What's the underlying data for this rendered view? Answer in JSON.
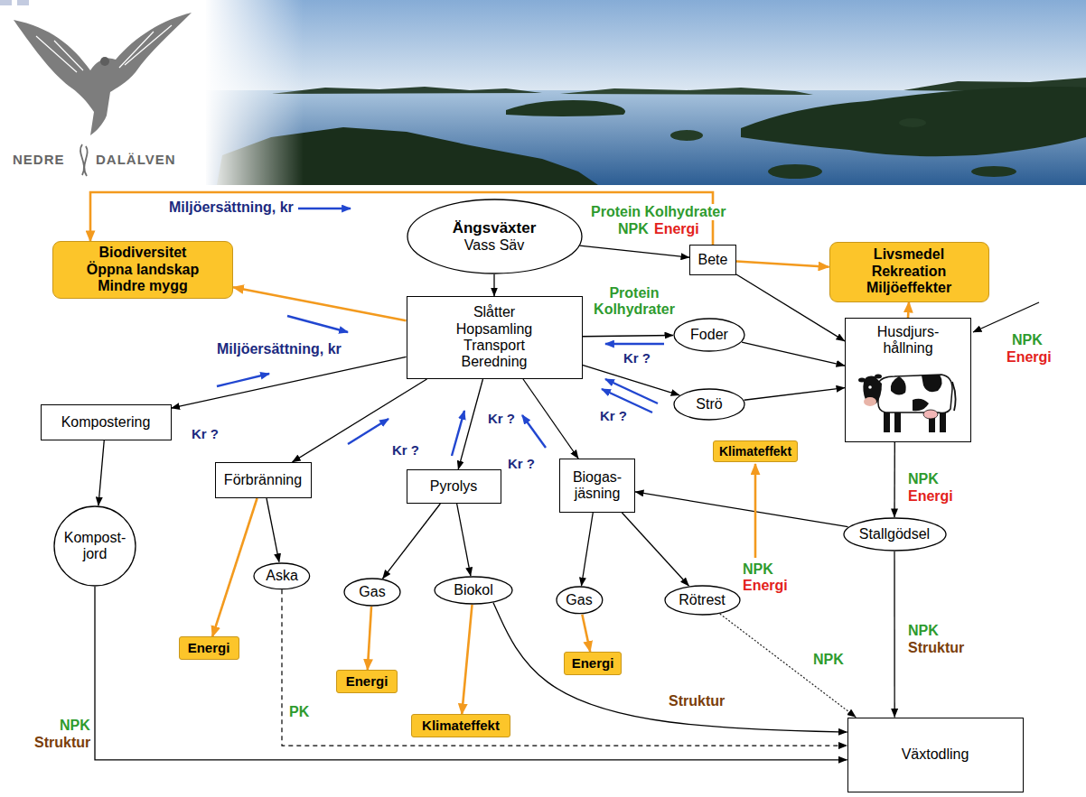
{
  "diagram": {
    "nodes": [
      {
        "text": [
          "Biodiversitet Öppna landskap Mindre mygg"
        ]
      },
      {
        "text": [
          "Ängsväxter",
          "Vass Säv"
        ]
      },
      {
        "text": [
          "Bete"
        ]
      },
      {
        "text": [
          "Livsmedel Rekreation Miljöeffekter"
        ]
      },
      {
        "text": [
          "Slåtter Hopsamling Transport Beredning"
        ]
      },
      {
        "text": [
          "Foder"
        ]
      },
      {
        "text": [
          "Husdjurs- hållning"
        ]
      },
      {
        "text": [
          "Strö"
        ]
      },
      {
        "text": [
          "Kompostering"
        ]
      },
      {
        "text": [
          "Förbränning"
        ]
      },
      {
        "text": [
          "Pyrolys"
        ]
      },
      {
        "text": [
          "Biogas- jäsning"
        ]
      },
      {
        "text": [
          "Klimateffekt"
        ]
      },
      {
        "text": [
          "Stallgödsel"
        ]
      },
      {
        "text": [
          "Kompost- jord"
        ]
      },
      {
        "text": [
          "Aska"
        ]
      },
      {
        "text": [
          "Gas"
        ]
      },
      {
        "text": [
          "Biokol"
        ]
      },
      {
        "text": [
          "Gas"
        ]
      },
      {
        "text": [
          "Rötrest"
        ]
      },
      {
        "text": [
          "Energi"
        ]
      },
      {
        "text": [
          "Energi"
        ]
      },
      {
        "text": [
          "Energi"
        ]
      },
      {
        "text": [
          "Klimateffekt"
        ]
      },
      {
        "text": [
          "Växtodling"
        ]
      }
    ],
    "edges": [
      {
        "from": 1,
        "to": 4,
        "arrow": "to"
      },
      {
        "from": 1,
        "to": 2,
        "arrow": "to"
      },
      {
        "from": 2,
        "to": 6,
        "arrow": "to"
      },
      {
        "from": 2,
        "to": 3,
        "arrow": "to"
      },
      {
        "from": 2,
        "to": 0,
        "arrow": "to"
      },
      {
        "from": 4,
        "to": 0,
        "arrow": "to"
      },
      {
        "from": 4,
        "to": 5,
        "arrow": "to"
      },
      {
        "from": 4,
        "to": 7,
        "arrow": "to"
      },
      {
        "from": 5,
        "to": 6,
        "arrow": "to"
      },
      {
        "from": 7,
        "to": 6,
        "arrow": "to"
      },
      {
        "from": 6,
        "to": 3,
        "arrow": "to"
      },
      {
        "from": 4,
        "to": 8,
        "arrow": "to"
      },
      {
        "from": 4,
        "to": 9,
        "arrow": "to"
      },
      {
        "from": 4,
        "to": 10,
        "arrow": "to"
      },
      {
        "from": 4,
        "to": 11,
        "arrow": "to"
      },
      {
        "from": 8,
        "to": 14,
        "arrow": "to"
      },
      {
        "from": 9,
        "to": 15,
        "arrow": "to"
      },
      {
        "from": 9,
        "to": 20,
        "arrow": "to"
      },
      {
        "from": 10,
        "to": 16,
        "arrow": "to"
      },
      {
        "from": 10,
        "to": 17,
        "arrow": "to"
      },
      {
        "from": 16,
        "to": 21,
        "arrow": "to"
      },
      {
        "from": 17,
        "to": 23,
        "arrow": "to"
      },
      {
        "from": 17,
        "to": 24,
        "arrow": "to"
      },
      {
        "from": 11,
        "to": 18,
        "arrow": "to"
      },
      {
        "from": 11,
        "to": 19,
        "arrow": "to"
      },
      {
        "from": 18,
        "to": 22,
        "arrow": "to"
      },
      {
        "from": 19,
        "to": 24,
        "arrow": "to"
      },
      {
        "from": 6,
        "to": 13,
        "arrow": "to"
      },
      {
        "from": 13,
        "to": 11,
        "arrow": "to"
      },
      {
        "from": 13,
        "to": 24,
        "arrow": "to"
      },
      {
        "from": 14,
        "to": 24,
        "arrow": "to"
      },
      {
        "from": 15,
        "to": 24,
        "arrow": "to"
      }
    ],
    "labels": [
      "NEDRE",
      "DALÄLVEN",
      "Miljöersättning, kr",
      "Protein Kolhydrater",
      "NPK",
      "Energi",
      "Miljöersättning, kr",
      "Protein Kolhydrater",
      "Kr ?",
      "Kr ?",
      "NPK",
      "Energi",
      "Kr ?",
      "Kr ?",
      "Kr ?",
      "Kr ?",
      "NPK",
      "Energi",
      "NPK",
      "Energi",
      "NPK",
      "Struktur",
      "NPK",
      "Struktur",
      "PK",
      "NPK",
      "Struktur"
    ]
  }
}
